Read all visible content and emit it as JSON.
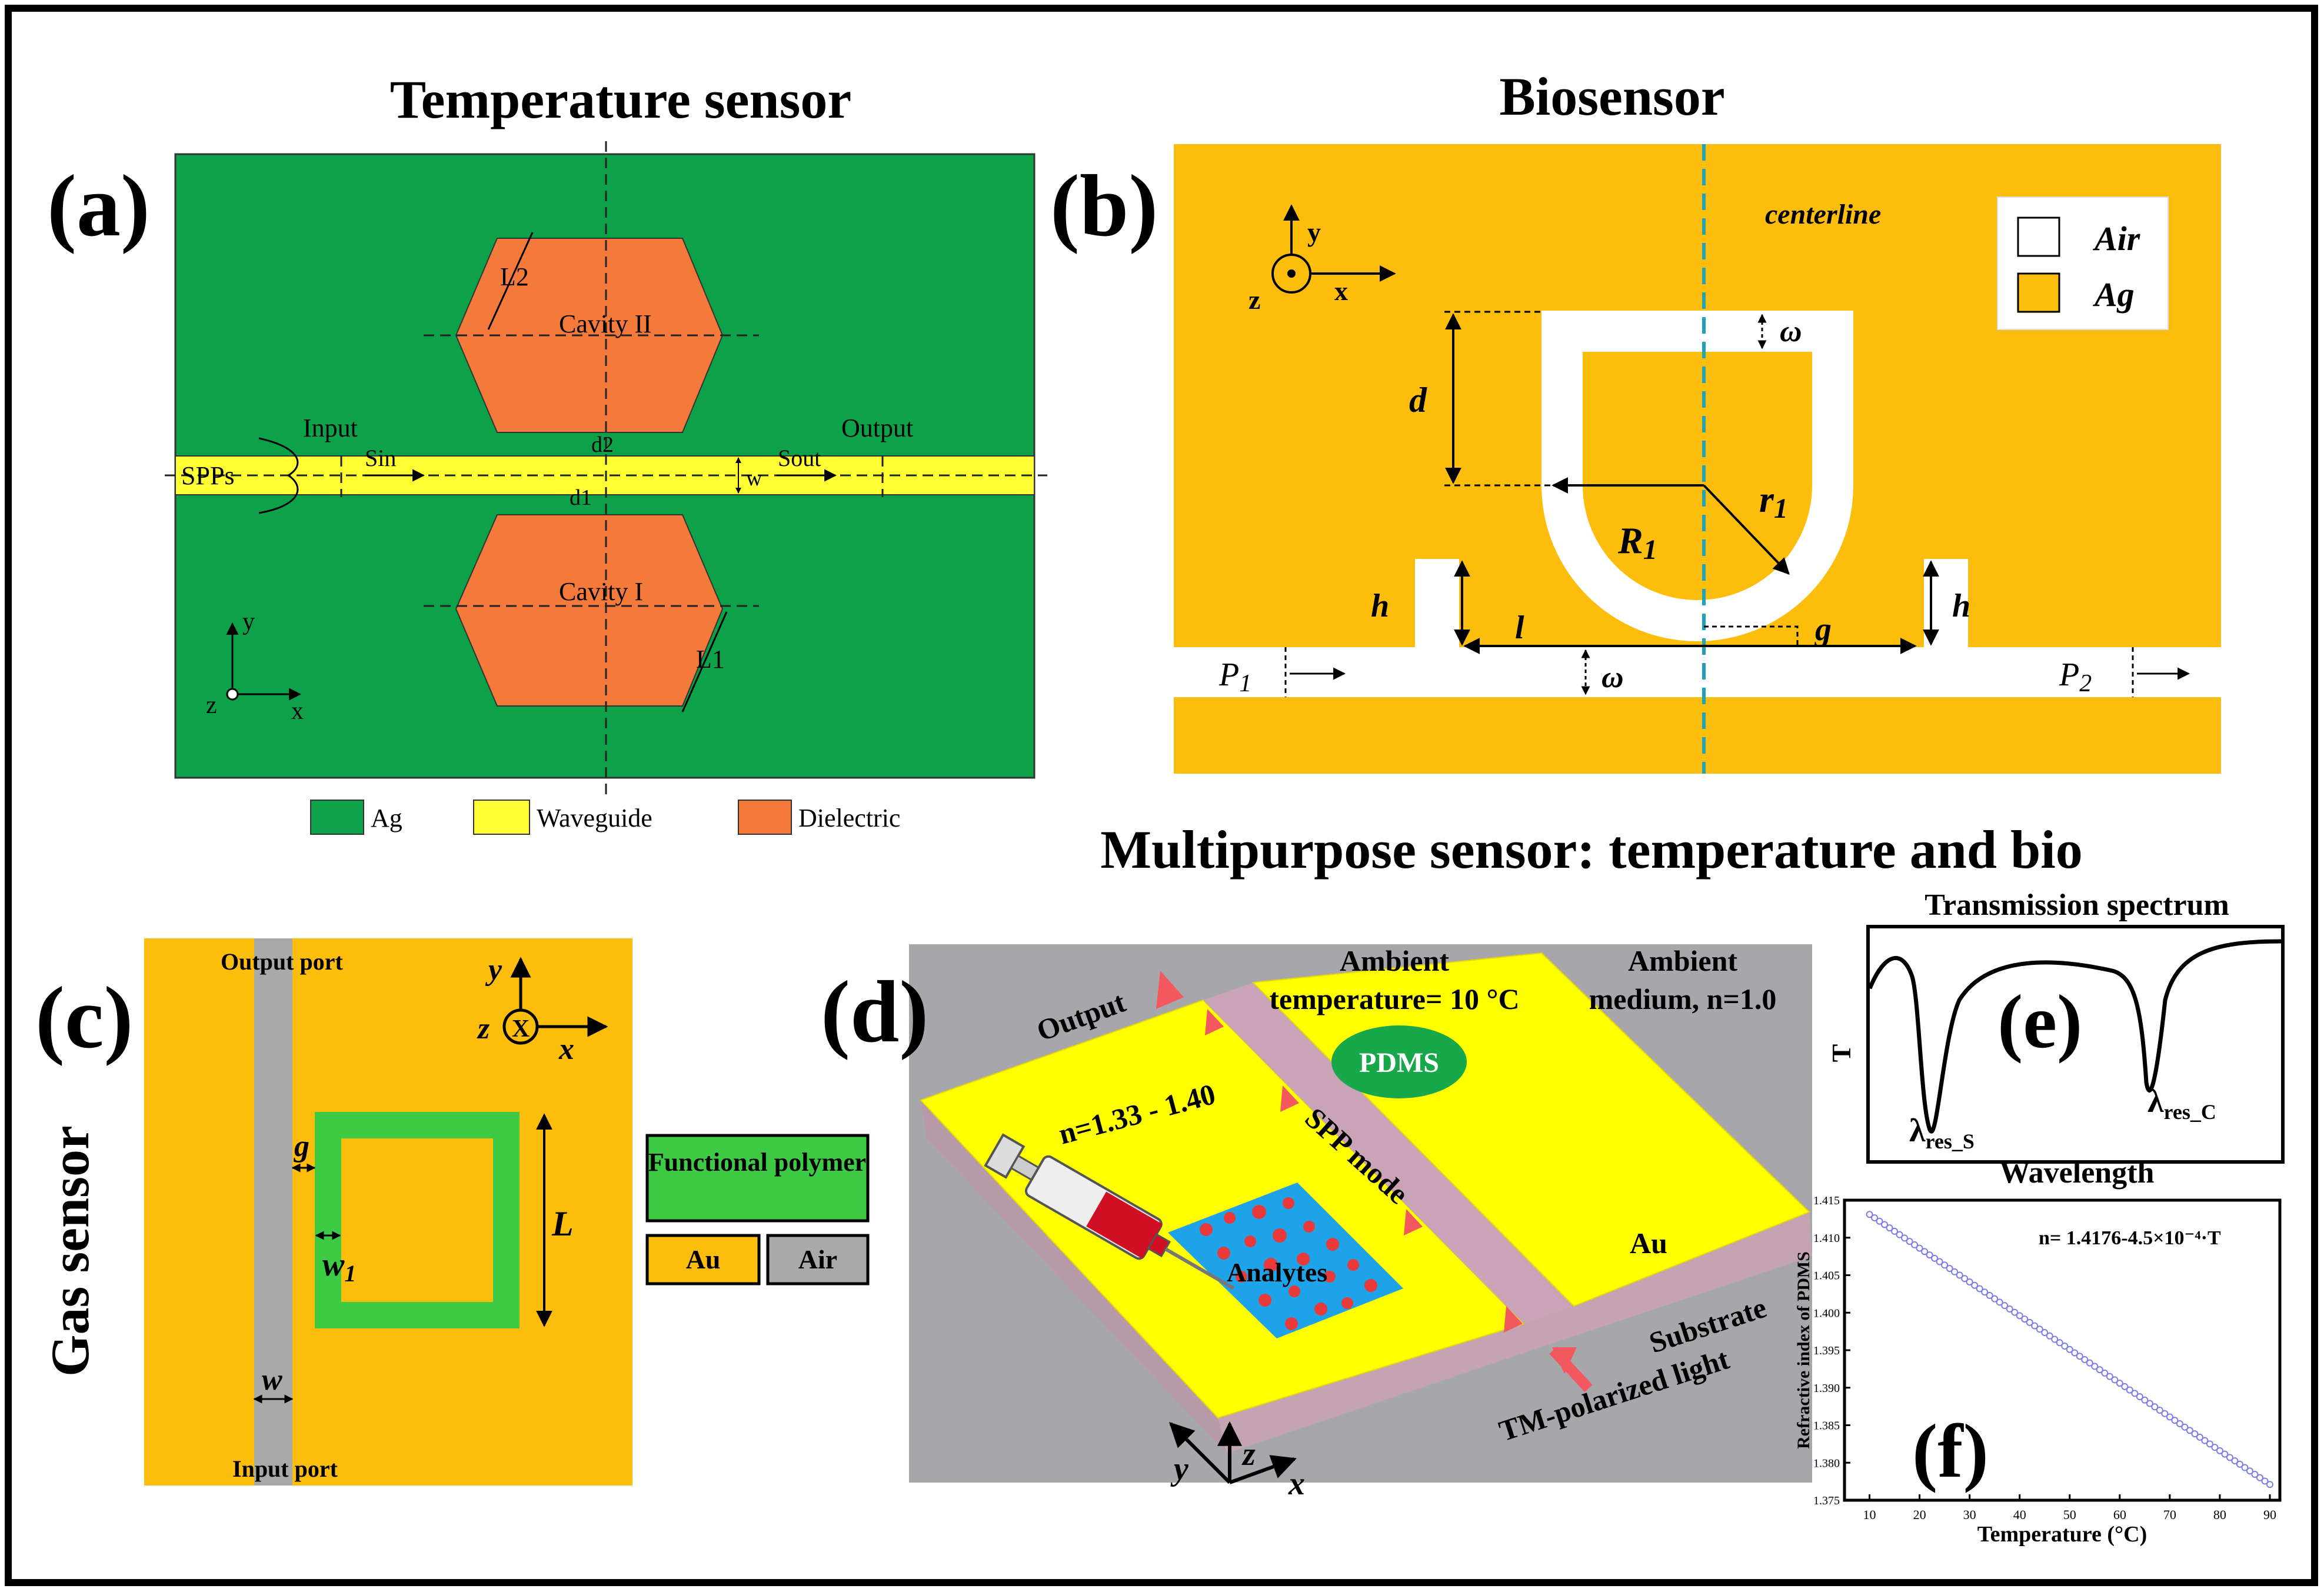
{
  "panel_a": {
    "label": "(a)",
    "title": "Temperature sensor",
    "cavity_top": "Cavity II",
    "cavity_bottom": "Cavity I",
    "length_top": "L2",
    "length_bottom": "L1",
    "input": "Input",
    "output": "Output",
    "spps": "SPPs",
    "s_in": "Sin",
    "s_out": "Sout",
    "d2": "d2",
    "d1": "d1",
    "w": "w",
    "axis_y": "y",
    "axis_x": "x",
    "axis_z": "z",
    "legend": [
      {
        "label": "Ag",
        "color": "#0da24a"
      },
      {
        "label": "Waveguide",
        "color": "#ffff33"
      },
      {
        "label": "Dielectric",
        "color": "#f47a3c"
      }
    ]
  },
  "panel_b": {
    "label": "(b)",
    "title": "Biosensor",
    "centerline": "centerline",
    "legend": [
      {
        "label": "Air",
        "color": "#ffffff"
      },
      {
        "label": "Ag",
        "color": "#fcbd0c"
      }
    ],
    "axis_y": "y",
    "axis_x": "x",
    "axis_z": "z",
    "omega": "ω",
    "d": "d",
    "R": "R",
    "R_sub": "1",
    "r": "r",
    "r_sub": "1",
    "h": "h",
    "l": "l",
    "g": "g",
    "P1": "P",
    "P1_sub": "1",
    "P2": "P",
    "P2_sub": "2"
  },
  "multipurpose_title": "Multipurpose sensor: temperature and bio",
  "panel_c": {
    "label": "(c)",
    "side_title": "Gas sensor",
    "output_port": "Output port",
    "input_port": "Input port",
    "g": "g",
    "w1": "w",
    "w1_sub": "1",
    "L": "L",
    "w": "w",
    "axis_y": "y",
    "axis_x": "x",
    "axis_z": "z",
    "axis_zsym": "X",
    "legend_functional": "Functional polymer",
    "legend_au": "Au",
    "legend_air": "Air",
    "colors": {
      "au": "#fcbd0c",
      "air": "#a9a9a9",
      "polymer": "#3dcb45"
    }
  },
  "panel_d": {
    "label": "(d)",
    "ambient_temp_1": "Ambient",
    "ambient_temp_2": "temperature= 10 °C",
    "ambient_medium_1": "Ambient",
    "ambient_medium_2": "medium, n=1.0",
    "pdms": "PDMS",
    "output": "Output",
    "spp_mode": "SPP mode",
    "index_range": "n=1.33 - 1.40",
    "analytes": "Analytes",
    "au": "Au",
    "substrate": "Substrate",
    "light": "TM-polarized light",
    "axis_z": "z",
    "axis_y": "y",
    "axis_x": "x"
  },
  "panel_e": {
    "label": "(e)",
    "title": "Transmission spectrum",
    "ylabel": "T",
    "xlabel": "Wavelength",
    "lambda_s": "λ",
    "lambda_s_sub": "res_S",
    "lambda_c": "λ",
    "lambda_c_sub": "res_C"
  },
  "chart_data": {
    "type": "scatter",
    "label": "(f)",
    "annotation": "n= 1.4176-4.5×10⁻⁴·T",
    "xlabel": "Temperature (°C)",
    "ylabel": "Refractive index of PDMS",
    "xlim": [
      5,
      92
    ],
    "ylim": [
      1.375,
      1.415
    ],
    "xticks": [
      "10",
      "20",
      "30",
      "40",
      "50",
      "60",
      "70",
      "80",
      "90"
    ],
    "yticks": [
      "1.375",
      "1.380",
      "1.385",
      "1.390",
      "1.395",
      "1.400",
      "1.405",
      "1.410",
      "1.415"
    ],
    "x_start": 10,
    "x_end": 90,
    "x_step": 1,
    "intercept": 1.4176,
    "slope": -0.00045,
    "marker_color": "#7d7de8"
  }
}
